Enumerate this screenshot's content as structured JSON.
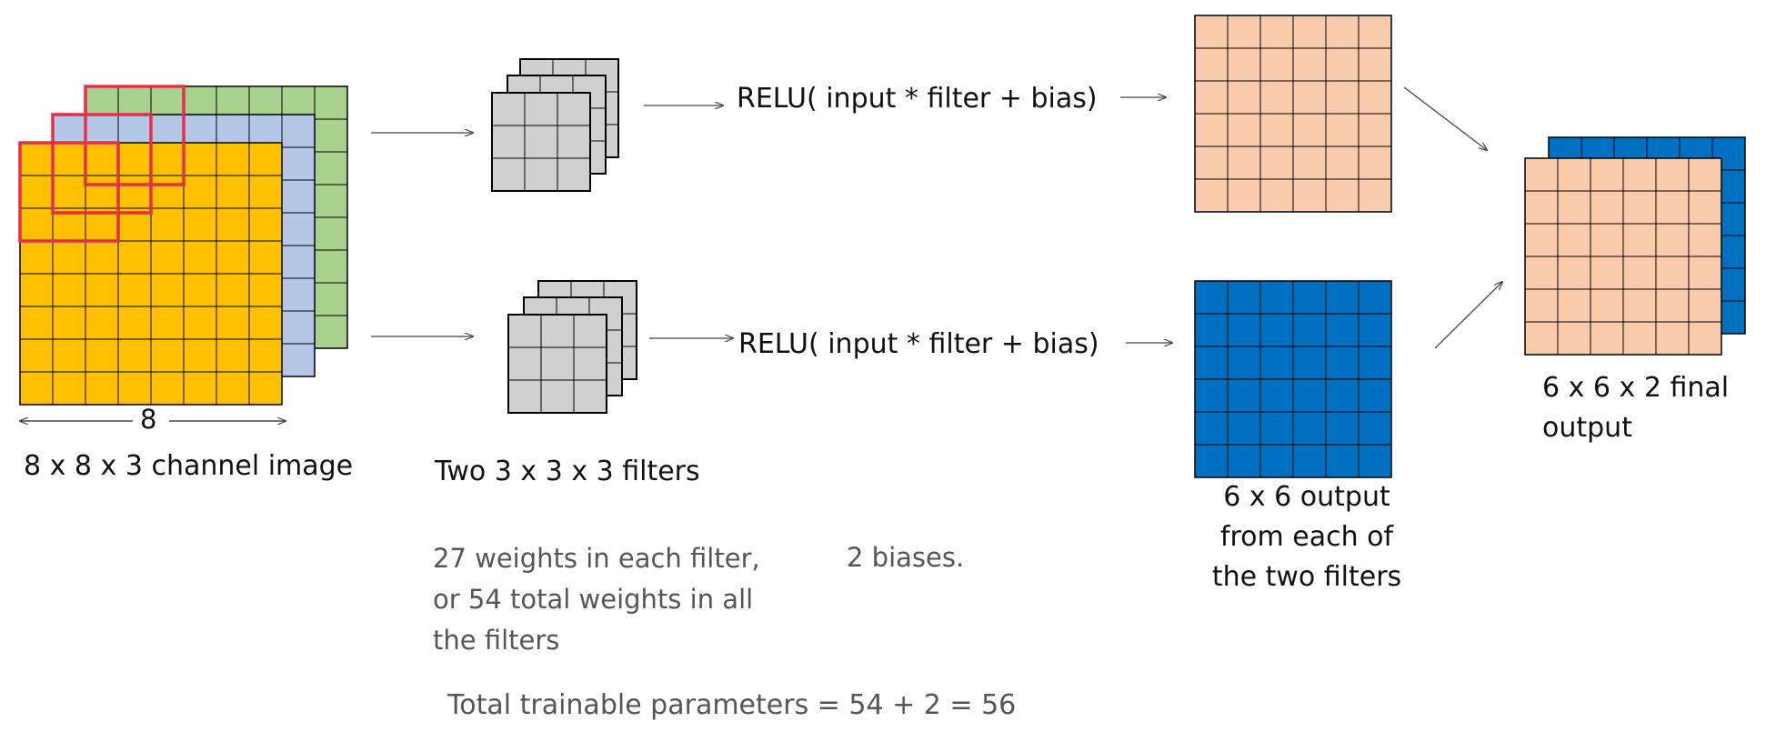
{
  "input": {
    "width_label": "8",
    "caption": "8 x 8 x 3 channel image",
    "colors": [
      "#FFC000",
      "#B4C7E7",
      "#A9D18E"
    ],
    "highlight_color": "#E0304A"
  },
  "filters": {
    "caption": "Two 3 x 3 x 3 filters",
    "weights_note_lines": [
      "27 weights in each filter,",
      "or 54 total weights in all",
      "the filters"
    ],
    "biases_note": "2 biases.",
    "color": "#D0D0D0"
  },
  "operation": {
    "top_formula": "RELU( input * filter + bias)",
    "bottom_formula": "RELU( input * filter + bias)"
  },
  "outputs": {
    "caption_lines": [
      "6 x 6 output",
      "from each of",
      "the two filters"
    ],
    "colors": [
      "#F8CBAD",
      "#0070C0"
    ]
  },
  "final": {
    "caption_lines": [
      "6 x 6 x 2 final",
      "output"
    ]
  },
  "total": "Total trainable parameters = 54 + 2 = 56"
}
